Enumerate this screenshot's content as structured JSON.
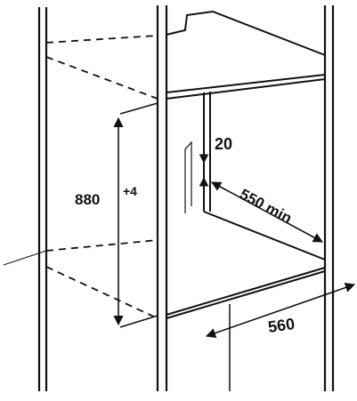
{
  "dimensions": {
    "height_value": "880",
    "height_tolerance": "+4",
    "top_gap": "20",
    "depth_min": "550 min",
    "width": "560"
  },
  "colors": {
    "line": "#111111",
    "background": "#ffffff"
  }
}
